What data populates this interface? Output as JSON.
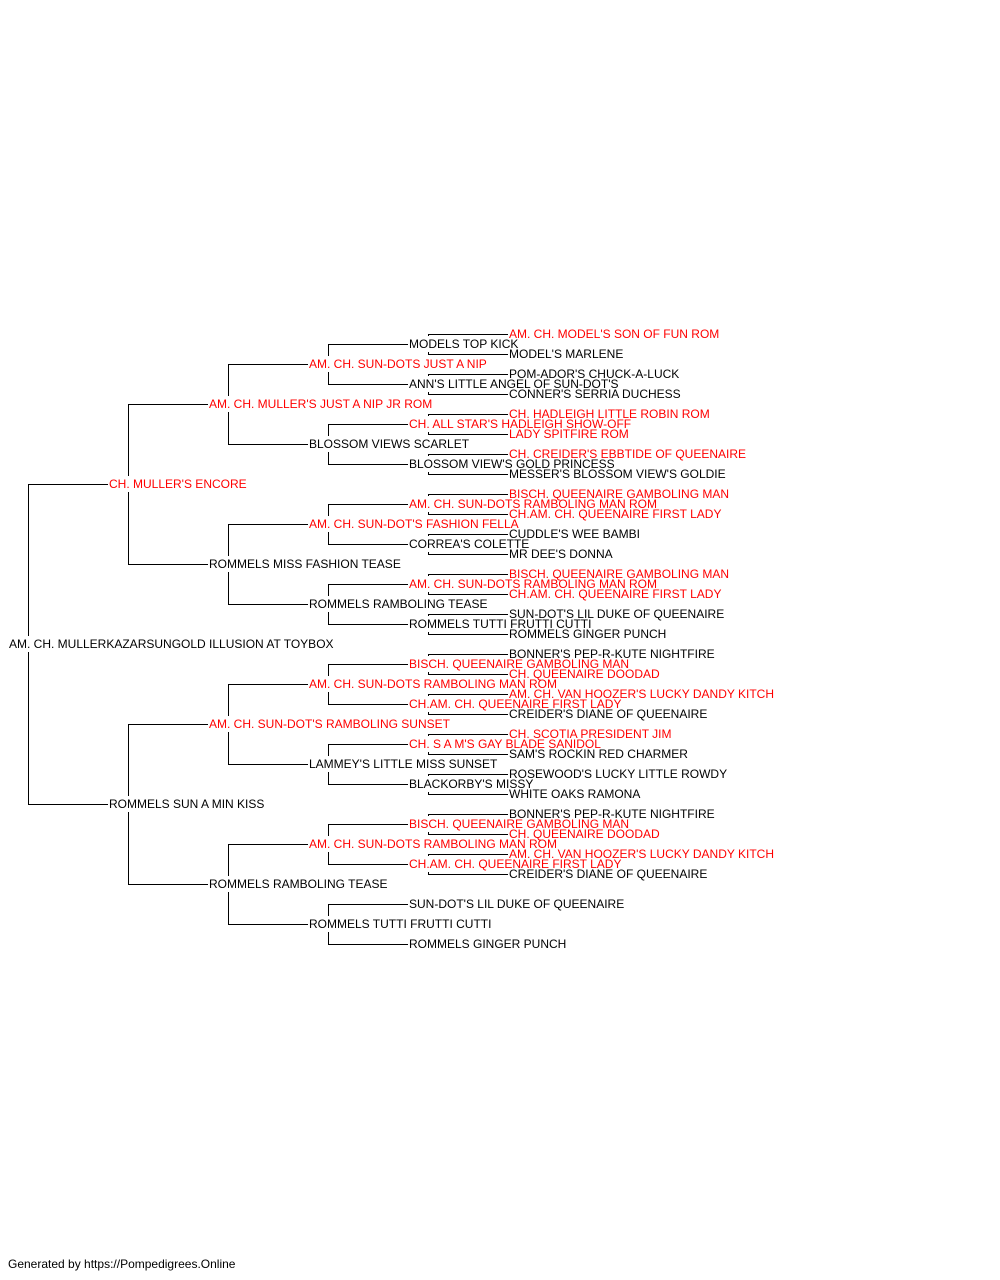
{
  "colors": {
    "champion": "#ff0000",
    "normal": "#000000",
    "line": "#000000"
  },
  "pedigree": {
    "name": "AM. CH. MULLERKAZARSUNGOLD ILLUSION AT TOYBOX",
    "champion": false,
    "sire": {
      "name": "CH. MULLER'S ENCORE",
      "champion": true,
      "sire": {
        "name": "AM. CH. MULLER'S JUST A NIP JR ROM",
        "champion": true,
        "sire": {
          "name": "AM. CH. SUN-DOTS JUST A NIP",
          "champion": true,
          "sire": {
            "name": "MODELS TOP KICK",
            "champion": false,
            "sire": {
              "name": "AM. CH. MODEL'S SON OF FUN ROM",
              "champion": true
            },
            "dam": {
              "name": "MODEL'S MARLENE",
              "champion": false
            }
          },
          "dam": {
            "name": "ANN'S LITTLE ANGEL OF SUN-DOT'S",
            "champion": false,
            "sire": {
              "name": "POM-ADOR'S CHUCK-A-LUCK",
              "champion": false
            },
            "dam": {
              "name": "CONNER'S SERRIA DUCHESS",
              "champion": false
            }
          }
        },
        "dam": {
          "name": "BLOSSOM VIEWS SCARLET",
          "champion": false,
          "sire": {
            "name": "CH. ALL STAR'S HADLEIGH SHOW-OFF",
            "champion": true,
            "sire": {
              "name": "CH. HADLEIGH LITTLE ROBIN ROM",
              "champion": true
            },
            "dam": {
              "name": "LADY SPITFIRE ROM",
              "champion": true
            }
          },
          "dam": {
            "name": "BLOSSOM VIEW'S GOLD PRINCESS",
            "champion": false,
            "sire": {
              "name": "CH. CREIDER'S EBBTIDE OF QUEENAIRE",
              "champion": true
            },
            "dam": {
              "name": "MESSER'S BLOSSOM VIEW'S GOLDIE",
              "champion": false
            }
          }
        }
      },
      "dam": {
        "name": "ROMMELS MISS FASHION TEASE",
        "champion": false,
        "sire": {
          "name": "AM. CH. SUN-DOT'S FASHION FELLA",
          "champion": true,
          "sire": {
            "name": "AM. CH. SUN-DOTS RAMBOLING MAN ROM",
            "champion": true,
            "sire": {
              "name": "BISCH. QUEENAIRE GAMBOLING MAN",
              "champion": true
            },
            "dam": {
              "name": "CH.AM. CH. QUEENAIRE FIRST LADY",
              "champion": true
            }
          },
          "dam": {
            "name": "CORREA'S COLETTE",
            "champion": false,
            "sire": {
              "name": "CUDDLE'S WEE BAMBI",
              "champion": false
            },
            "dam": {
              "name": "MR DEE'S DONNA",
              "champion": false
            }
          }
        },
        "dam": {
          "name": "ROMMELS RAMBOLING TEASE",
          "champion": false,
          "sire": {
            "name": "AM. CH. SUN-DOTS RAMBOLING MAN ROM",
            "champion": true,
            "sire": {
              "name": "BISCH. QUEENAIRE GAMBOLING MAN",
              "champion": true
            },
            "dam": {
              "name": "CH.AM. CH. QUEENAIRE FIRST LADY",
              "champion": true
            }
          },
          "dam": {
            "name": "ROMMELS TUTTI FRUTTI CUTTI",
            "champion": false,
            "sire": {
              "name": "SUN-DOT'S LIL DUKE OF QUEENAIRE",
              "champion": false
            },
            "dam": {
              "name": "ROMMELS GINGER PUNCH",
              "champion": false
            }
          }
        }
      }
    },
    "dam": {
      "name": "ROMMELS SUN A MIN KISS",
      "champion": false,
      "sire": {
        "name": "AM. CH. SUN-DOT'S RAMBOLING SUNSET",
        "champion": true,
        "sire": {
          "name": "AM. CH. SUN-DOTS RAMBOLING MAN ROM",
          "champion": true,
          "sire": {
            "name": "BISCH. QUEENAIRE GAMBOLING MAN",
            "champion": true,
            "sire": {
              "name": "BONNER'S PEP-R-KUTE NIGHTFIRE",
              "champion": false
            },
            "dam": {
              "name": "CH. QUEENAIRE DOODAD",
              "champion": true
            }
          },
          "dam": {
            "name": "CH.AM. CH. QUEENAIRE FIRST LADY",
            "champion": true,
            "sire": {
              "name": "AM. CH. VAN HOOZER'S LUCKY DANDY KITCH",
              "champion": true
            },
            "dam": {
              "name": "CREIDER'S DIANE OF QUEENAIRE",
              "champion": false
            }
          }
        },
        "dam": {
          "name": "LAMMEY'S LITTLE MISS SUNSET",
          "champion": false,
          "sire": {
            "name": "CH. S A M'S GAY BLADE SANIDOL",
            "champion": true,
            "sire": {
              "name": "CH. SCOTIA PRESIDENT JIM",
              "champion": true
            },
            "dam": {
              "name": "SAM'S ROCKIN RED CHARMER",
              "champion": false
            }
          },
          "dam": {
            "name": "BLACKORBY'S MISSY",
            "champion": false,
            "sire": {
              "name": "ROSEWOOD'S LUCKY LITTLE ROWDY",
              "champion": false
            },
            "dam": {
              "name": "WHITE OAKS RAMONA",
              "champion": false
            }
          }
        }
      },
      "dam": {
        "name": "ROMMELS RAMBOLING TEASE",
        "champion": false,
        "sire": {
          "name": "AM. CH. SUN-DOTS RAMBOLING MAN ROM",
          "champion": true,
          "sire": {
            "name": "BISCH. QUEENAIRE GAMBOLING MAN",
            "champion": true,
            "sire": {
              "name": "BONNER'S PEP-R-KUTE NIGHTFIRE",
              "champion": false
            },
            "dam": {
              "name": "CH. QUEENAIRE DOODAD",
              "champion": true
            }
          },
          "dam": {
            "name": "CH.AM. CH. QUEENAIRE FIRST LADY",
            "champion": true,
            "sire": {
              "name": "AM. CH. VAN HOOZER'S LUCKY DANDY KITCH",
              "champion": true
            },
            "dam": {
              "name": "CREIDER'S DIANE OF QUEENAIRE",
              "champion": false
            }
          }
        },
        "dam": {
          "name": "ROMMELS TUTTI FRUTTI CUTTI",
          "champion": false,
          "sire": {
            "name": "SUN-DOT'S LIL DUKE OF QUEENAIRE",
            "champion": false
          },
          "dam": {
            "name": "ROMMELS GINGER PUNCH",
            "champion": false
          }
        }
      }
    }
  },
  "footer": "Generated by https://Pompedigrees.Online"
}
